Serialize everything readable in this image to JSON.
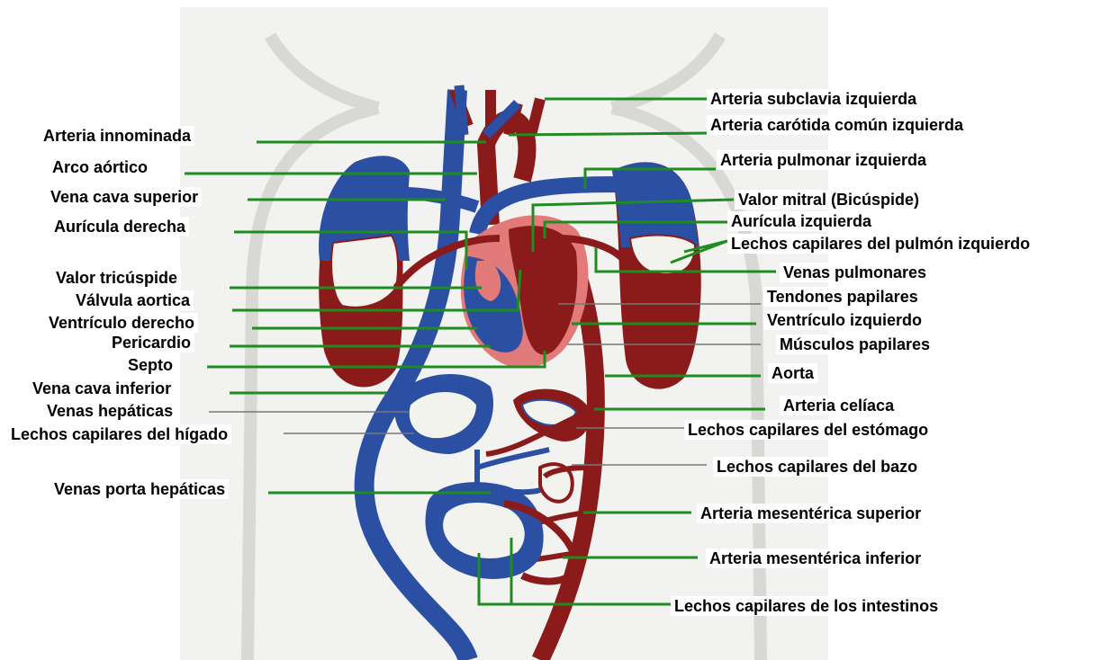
{
  "colors": {
    "vein": "#2b4fa3",
    "artery": "#8b1a1a",
    "heart_inner": "#e27a7a",
    "leader": "#1e8c1e",
    "capillary_bed": "#f3f3ee",
    "background": "#f2f2f0"
  },
  "labels": {
    "subclavia_izq": "Arteria subclavia izquierda",
    "carotida_izq": "Arteria carótida común izquierda",
    "innominada": "Arteria innominada",
    "arco_aortico": "Arco aórtico",
    "pulmonar_izq": "Arteria pulmonar izquierda",
    "cava_superior": "Vena cava superior",
    "mitral": "Valor mitral (Bicúspide)",
    "auricula_der": "Aurícula derecha",
    "auricula_izq": "Aurícula izquierda",
    "lechos_pulmon_izq": "Lechos capilares del pulmón izquierdo",
    "venas_pulmonares": "Venas pulmonares",
    "tricuspide": "Valor tricúspide",
    "tendones": "Tendones papilares",
    "valvula_aortica": "Válvula aortica",
    "ventriculo_der": "Ventrículo derecho",
    "ventriculo_izq": "Ventrículo izquierdo",
    "pericardio": "Pericardio",
    "musculos_papilares": "Músculos papilares",
    "septo": "Septo",
    "aorta": "Aorta",
    "cava_inferior": "Vena cava inferior",
    "celiaca": "Arteria  celíaca",
    "venas_hepaticas": "Venas hepáticas",
    "lechos_estomago": "Lechos capilares del estómago",
    "lechos_higado": "Lechos capilares del hígado",
    "lechos_bazo": "Lechos capilares del bazo",
    "porta_hepaticas": "Venas porta hepáticas",
    "mesenterica_sup": "Arteria mesentérica superior",
    "mesenterica_inf": "Arteria mesentérica inferior",
    "lechos_intestinos": "Lechos capilares de los intestinos"
  }
}
